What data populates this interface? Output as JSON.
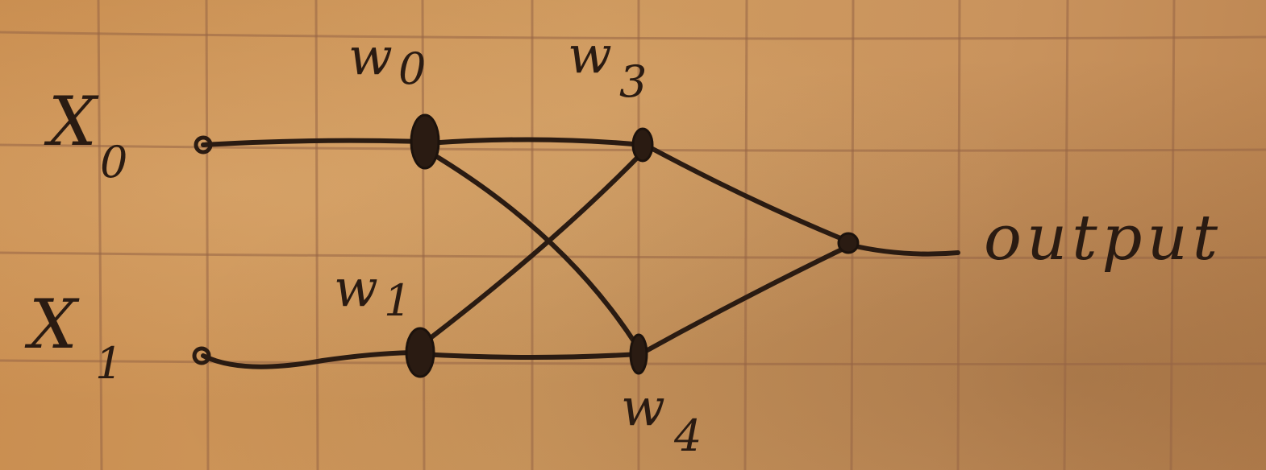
{
  "inputs": [
    {
      "letter": "X",
      "subscript": "0"
    },
    {
      "letter": "X",
      "subscript": "1"
    }
  ],
  "weights": [
    {
      "letter": "w",
      "subscript": "0"
    },
    {
      "letter": "w",
      "subscript": "1"
    },
    {
      "letter": "w",
      "subscript": "3"
    },
    {
      "letter": "w",
      "subscript": "4"
    }
  ],
  "output_label": "output",
  "colors": {
    "ink": "#2a1b12",
    "paper": "#c98d4f",
    "grid": "#96644a"
  }
}
